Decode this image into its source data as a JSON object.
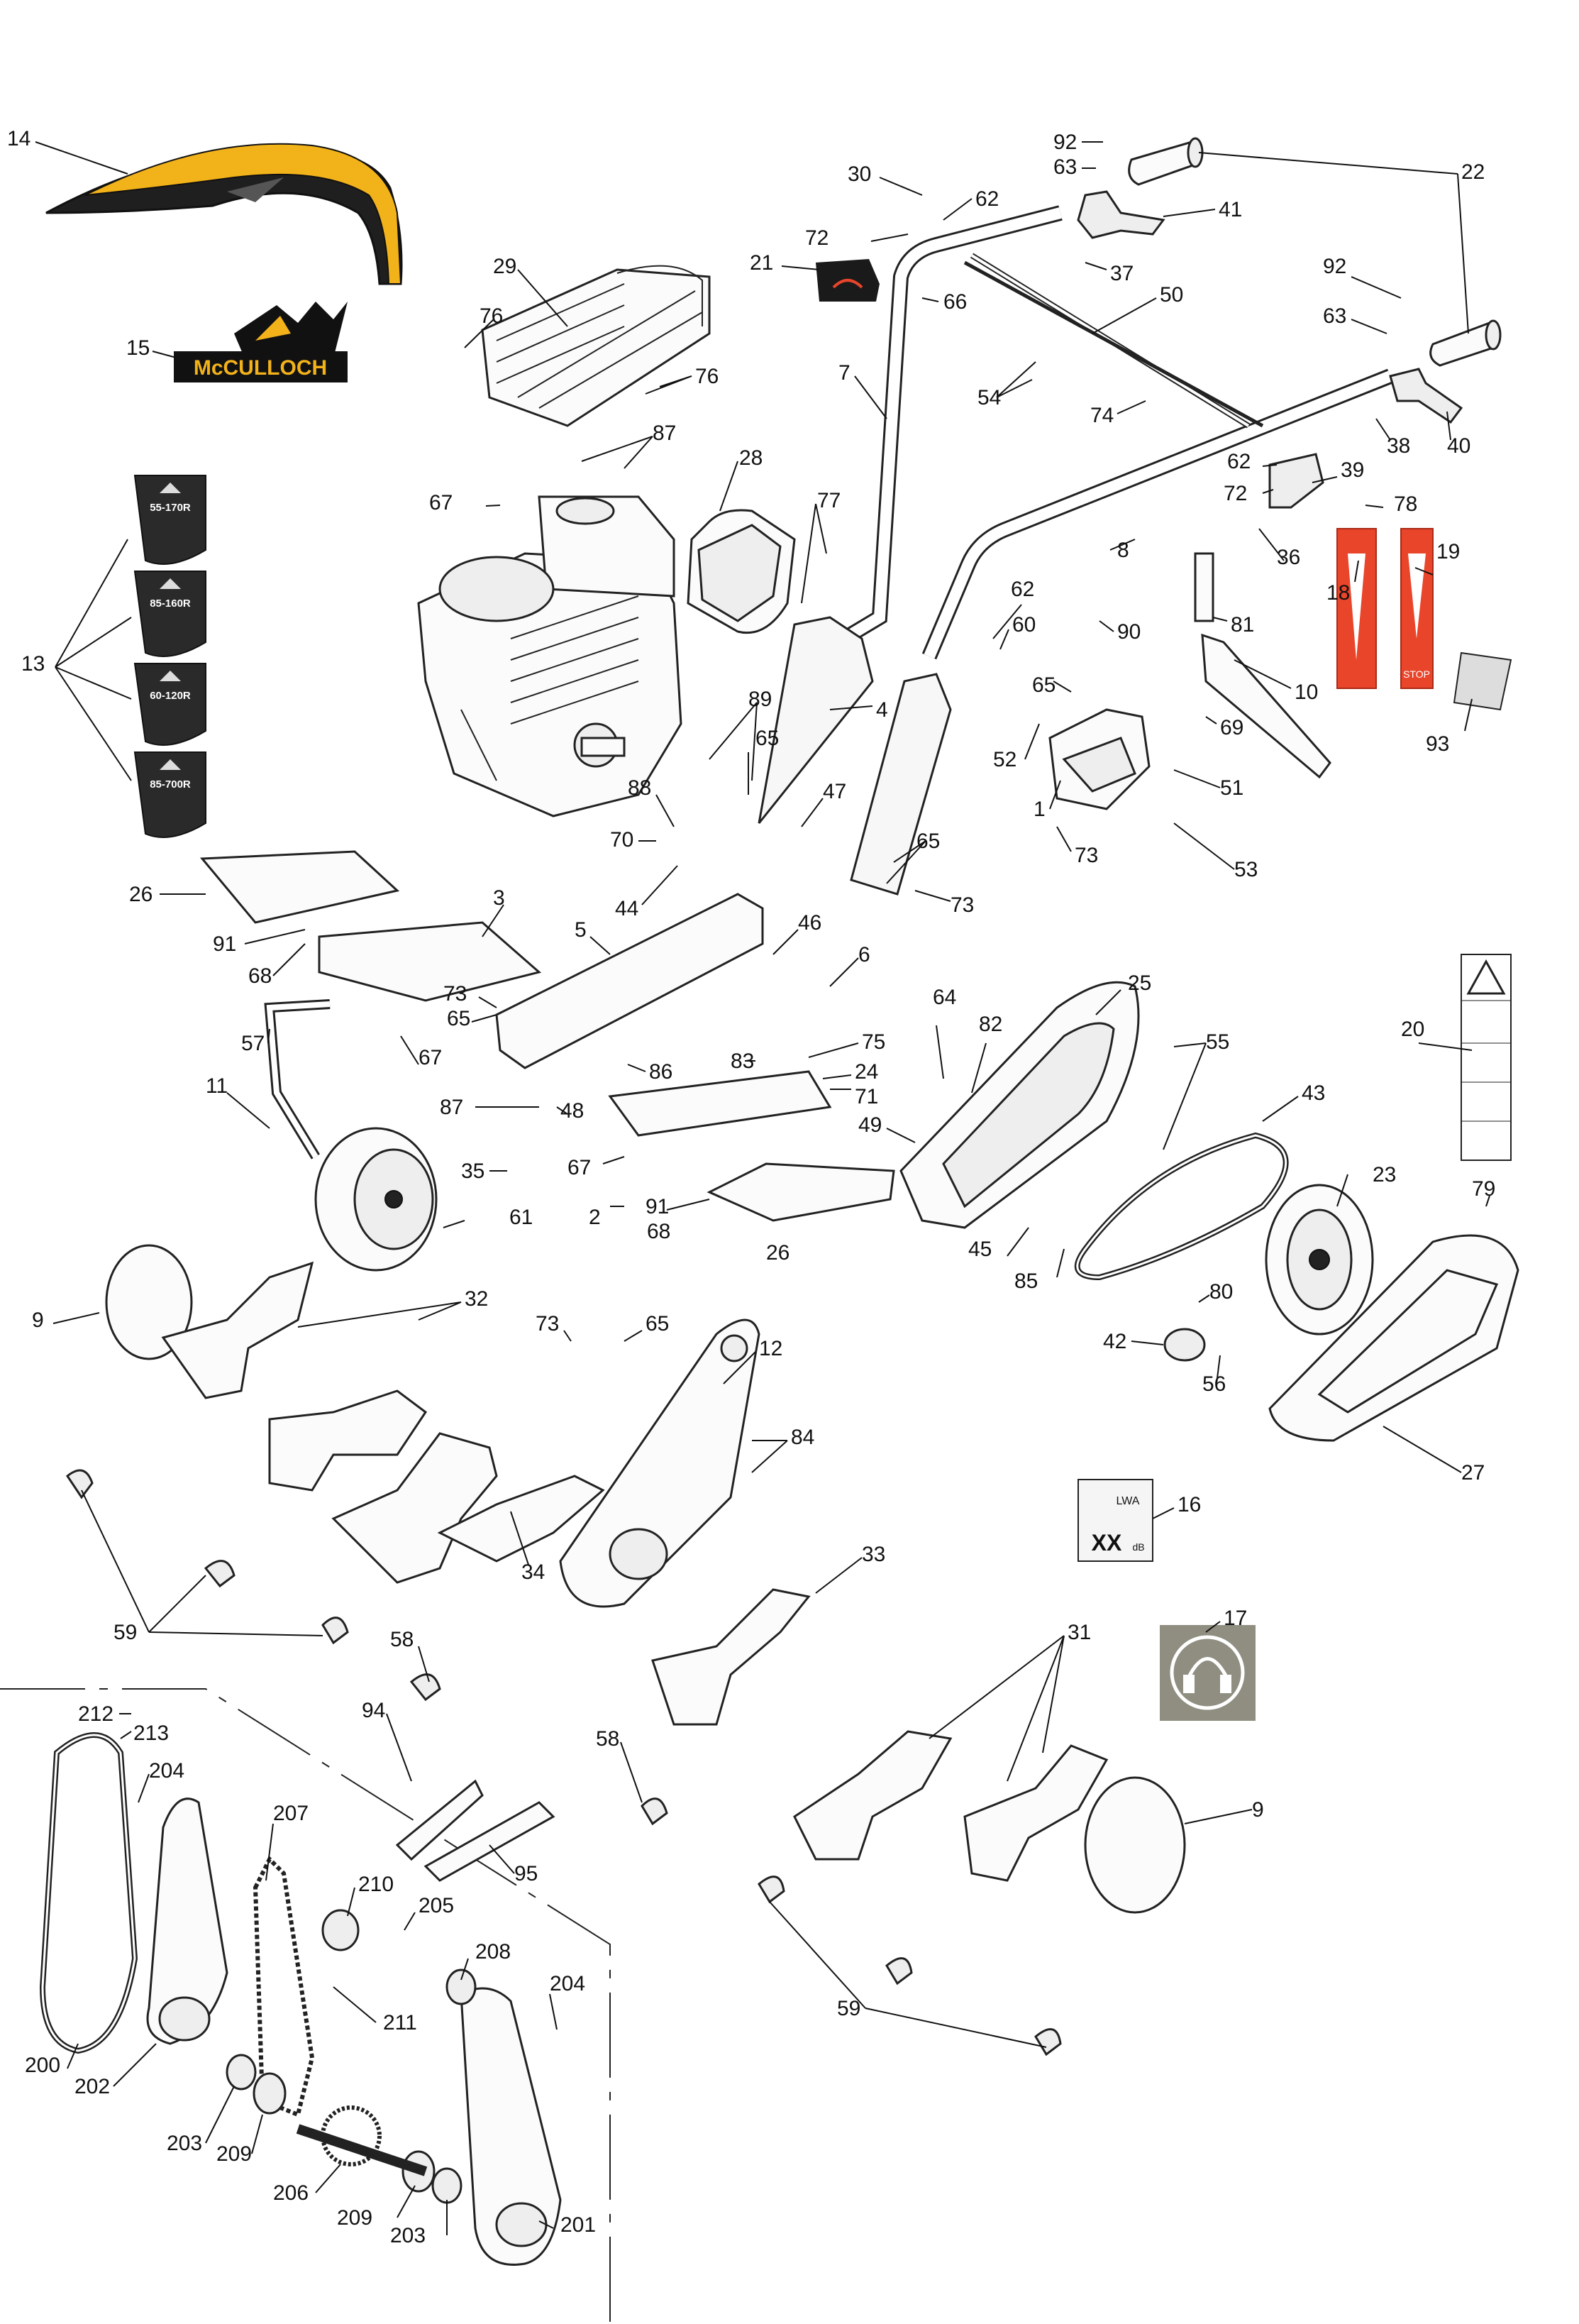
{
  "brand": {
    "logo_text": "McCULLOCH",
    "logo_color": "#f3b21a"
  },
  "decals": {
    "model_badges": [
      "55-170R",
      "85-160R",
      "60-120R",
      "85-700R"
    ],
    "badge_brand": "McCULLOCH",
    "noise_label_lwa": "LWA",
    "noise_label_value": "XX",
    "noise_label_unit": "dB",
    "stop_label": "STOP"
  },
  "colors": {
    "decal_red": "#e8452b",
    "badge_dark": "#2a2a2a",
    "hearing_bg": "#8f8e80",
    "yellow": "#f2b21a"
  },
  "callouts": [
    {
      "id": "c14",
      "text": "14"
    },
    {
      "id": "c15",
      "text": "15"
    },
    {
      "id": "c13",
      "text": "13"
    },
    {
      "id": "c29",
      "text": "29"
    },
    {
      "id": "c76a",
      "text": "76"
    },
    {
      "id": "c76b",
      "text": "76"
    },
    {
      "id": "c87a",
      "text": "87"
    },
    {
      "id": "c67a",
      "text": "67"
    },
    {
      "id": "c28",
      "text": "28"
    },
    {
      "id": "c77",
      "text": "77"
    },
    {
      "id": "c89",
      "text": "89"
    },
    {
      "id": "c65a",
      "text": "65"
    },
    {
      "id": "c88",
      "text": "88"
    },
    {
      "id": "c70",
      "text": "70"
    },
    {
      "id": "c44",
      "text": "44"
    },
    {
      "id": "c47",
      "text": "47"
    },
    {
      "id": "c30",
      "text": "30"
    },
    {
      "id": "c62a",
      "text": "62"
    },
    {
      "id": "c72a",
      "text": "72"
    },
    {
      "id": "c21",
      "text": "21"
    },
    {
      "id": "c66",
      "text": "66"
    },
    {
      "id": "c7",
      "text": "7"
    },
    {
      "id": "c92a",
      "text": "92"
    },
    {
      "id": "c63a",
      "text": "63"
    },
    {
      "id": "c41",
      "text": "41"
    },
    {
      "id": "c37",
      "text": "37"
    },
    {
      "id": "c22",
      "text": "22"
    },
    {
      "id": "c50",
      "text": "50"
    },
    {
      "id": "c54",
      "text": "54"
    },
    {
      "id": "c74",
      "text": "74"
    },
    {
      "id": "c92b",
      "text": "92"
    },
    {
      "id": "c63b",
      "text": "63"
    },
    {
      "id": "c38",
      "text": "38"
    },
    {
      "id": "c40",
      "text": "40"
    },
    {
      "id": "c62b",
      "text": "62"
    },
    {
      "id": "c72b",
      "text": "72"
    },
    {
      "id": "c39",
      "text": "39"
    },
    {
      "id": "c78",
      "text": "78"
    },
    {
      "id": "c36",
      "text": "36"
    },
    {
      "id": "c8",
      "text": "8"
    },
    {
      "id": "c18",
      "text": "18"
    },
    {
      "id": "c19",
      "text": "19"
    },
    {
      "id": "c81",
      "text": "81"
    },
    {
      "id": "c62c",
      "text": "62"
    },
    {
      "id": "c60",
      "text": "60"
    },
    {
      "id": "c90",
      "text": "90"
    },
    {
      "id": "c4",
      "text": "4"
    },
    {
      "id": "c65b",
      "text": "65"
    },
    {
      "id": "c10",
      "text": "10"
    },
    {
      "id": "c69",
      "text": "69"
    },
    {
      "id": "c93",
      "text": "93"
    },
    {
      "id": "c52",
      "text": "52"
    },
    {
      "id": "c51",
      "text": "51"
    },
    {
      "id": "c1",
      "text": "1"
    },
    {
      "id": "c73a",
      "text": "73"
    },
    {
      "id": "c53",
      "text": "53"
    },
    {
      "id": "c65c",
      "text": "65"
    },
    {
      "id": "c73b",
      "text": "73"
    },
    {
      "id": "c26a",
      "text": "26"
    },
    {
      "id": "c3",
      "text": "3"
    },
    {
      "id": "c91a",
      "text": "91"
    },
    {
      "id": "c68a",
      "text": "68"
    },
    {
      "id": "c5",
      "text": "5"
    },
    {
      "id": "c46",
      "text": "46"
    },
    {
      "id": "c6",
      "text": "6"
    },
    {
      "id": "c73c",
      "text": "73"
    },
    {
      "id": "c65d",
      "text": "65"
    },
    {
      "id": "c67b",
      "text": "67"
    },
    {
      "id": "c57",
      "text": "57"
    },
    {
      "id": "c64",
      "text": "64"
    },
    {
      "id": "c82",
      "text": "82"
    },
    {
      "id": "c25",
      "text": "25"
    },
    {
      "id": "c55",
      "text": "55"
    },
    {
      "id": "c75",
      "text": "75"
    },
    {
      "id": "c24",
      "text": "24"
    },
    {
      "id": "c71",
      "text": "71"
    },
    {
      "id": "c83",
      "text": "83"
    },
    {
      "id": "c86",
      "text": "86"
    },
    {
      "id": "c11",
      "text": "11"
    },
    {
      "id": "c87b",
      "text": "87"
    },
    {
      "id": "c48",
      "text": "48"
    },
    {
      "id": "c49",
      "text": "49"
    },
    {
      "id": "c43",
      "text": "43"
    },
    {
      "id": "c20",
      "text": "20"
    },
    {
      "id": "c35",
      "text": "35"
    },
    {
      "id": "c67c",
      "text": "67"
    },
    {
      "id": "c2",
      "text": "2"
    },
    {
      "id": "c91b",
      "text": "91"
    },
    {
      "id": "c68b",
      "text": "68"
    },
    {
      "id": "c61",
      "text": "61"
    },
    {
      "id": "c26b",
      "text": "26"
    },
    {
      "id": "c23",
      "text": "23"
    },
    {
      "id": "c79",
      "text": "79"
    },
    {
      "id": "c45",
      "text": "45"
    },
    {
      "id": "c85",
      "text": "85"
    },
    {
      "id": "c80",
      "text": "80"
    },
    {
      "id": "c42",
      "text": "42"
    },
    {
      "id": "c56",
      "text": "56"
    },
    {
      "id": "c27",
      "text": "27"
    },
    {
      "id": "c9a",
      "text": "9"
    },
    {
      "id": "c32",
      "text": "32"
    },
    {
      "id": "c73d",
      "text": "73"
    },
    {
      "id": "c65e",
      "text": "65"
    },
    {
      "id": "c12",
      "text": "12"
    },
    {
      "id": "c84",
      "text": "84"
    },
    {
      "id": "c34",
      "text": "34"
    },
    {
      "id": "c16",
      "text": "16"
    },
    {
      "id": "c33",
      "text": "33"
    },
    {
      "id": "c17",
      "text": "17"
    },
    {
      "id": "c59a",
      "text": "59"
    },
    {
      "id": "c58a",
      "text": "58"
    },
    {
      "id": "c31",
      "text": "31"
    },
    {
      "id": "c212",
      "text": "212"
    },
    {
      "id": "c213",
      "text": "213"
    },
    {
      "id": "c204a",
      "text": "204"
    },
    {
      "id": "c94",
      "text": "94"
    },
    {
      "id": "c58b",
      "text": "58"
    },
    {
      "id": "c9b",
      "text": "9"
    },
    {
      "id": "c207",
      "text": "207"
    },
    {
      "id": "c210",
      "text": "210"
    },
    {
      "id": "c205",
      "text": "205"
    },
    {
      "id": "c95",
      "text": "95"
    },
    {
      "id": "c208",
      "text": "208"
    },
    {
      "id": "c59b",
      "text": "59"
    },
    {
      "id": "c211",
      "text": "211"
    },
    {
      "id": "c204b",
      "text": "204"
    },
    {
      "id": "c200",
      "text": "200"
    },
    {
      "id": "c202",
      "text": "202"
    },
    {
      "id": "c203a",
      "text": "203"
    },
    {
      "id": "c209a",
      "text": "209"
    },
    {
      "id": "c206",
      "text": "206"
    },
    {
      "id": "c209b",
      "text": "209"
    },
    {
      "id": "c203b",
      "text": "203"
    },
    {
      "id": "c201",
      "text": "201"
    }
  ]
}
